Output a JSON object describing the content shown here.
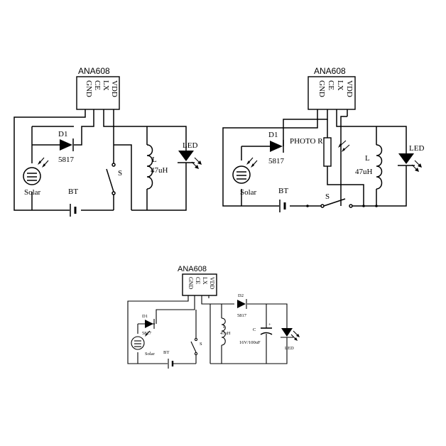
{
  "circuits": [
    {
      "chip_name": "ANA608",
      "pins": [
        "GND",
        "CE",
        "LX",
        "VDD"
      ],
      "diode": "D1",
      "diode_part": "5817",
      "switch": "S",
      "inductor": "L",
      "inductor_value": "47uH",
      "led": "LED",
      "solar": "Solar",
      "battery": "BT"
    },
    {
      "chip_name": "ANA608",
      "pins": [
        "GND",
        "CE",
        "LX",
        "VDD"
      ],
      "diode": "D1",
      "diode_part": "5817",
      "photo_resistor": "PHOTO R",
      "switch": "S",
      "inductor": "L",
      "inductor_value": "47uH",
      "led": "LED",
      "solar": "Solar",
      "battery": "BT"
    },
    {
      "chip_name": "ANA608",
      "pins": [
        "GND",
        "CE",
        "LX",
        "VDD"
      ],
      "diode1": "D1",
      "diode1_part": "5817",
      "diode2": "D2",
      "diode2_part": "5817",
      "switch": "S",
      "inductor": "L",
      "inductor_value": "47uH",
      "capacitor": "C",
      "capacitor_value": "16V/100uF",
      "led": "LED",
      "solar": "Solar",
      "battery": "BT"
    }
  ]
}
